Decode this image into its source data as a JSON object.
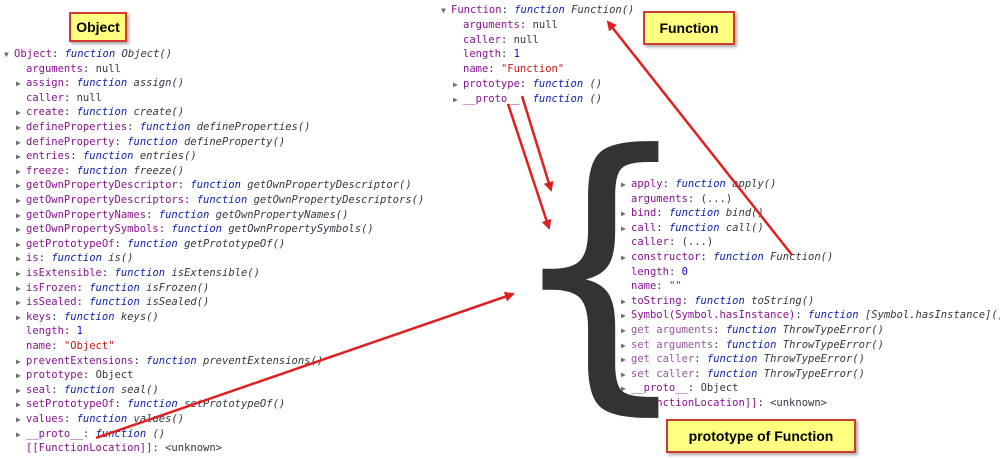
{
  "labels": {
    "object": "Object",
    "function": "Function",
    "prototype_of_function": "prototype of Function"
  },
  "colors": {
    "property_key": "#881391",
    "getter_key": "#97569b",
    "function_keyword": "#0d22aa",
    "number": "#1c00cf",
    "string": "#c41a16",
    "arrow": "#e02020",
    "label_bg": "#ffff80",
    "label_border": "#d23a34",
    "brace": "#333333"
  },
  "brace_glyph": "{",
  "object_tree": [
    {
      "arrow": "▼",
      "key": "Object",
      "kw": "function",
      "sig": "Object()"
    },
    {
      "arrow": "",
      "key": "arguments",
      "value": "null"
    },
    {
      "arrow": "▶",
      "key": "assign",
      "kw": "function",
      "sig": "assign()"
    },
    {
      "arrow": "",
      "key": "caller",
      "value": "null"
    },
    {
      "arrow": "▶",
      "key": "create",
      "kw": "function",
      "sig": "create()"
    },
    {
      "arrow": "▶",
      "key": "defineProperties",
      "kw": "function",
      "sig": "defineProperties()"
    },
    {
      "arrow": "▶",
      "key": "defineProperty",
      "kw": "function",
      "sig": "defineProperty()"
    },
    {
      "arrow": "▶",
      "key": "entries",
      "kw": "function",
      "sig": "entries()"
    },
    {
      "arrow": "▶",
      "key": "freeze",
      "kw": "function",
      "sig": "freeze()"
    },
    {
      "arrow": "▶",
      "key": "getOwnPropertyDescriptor",
      "kw": "function",
      "sig": "getOwnPropertyDescriptor()"
    },
    {
      "arrow": "▶",
      "key": "getOwnPropertyDescriptors",
      "kw": "function",
      "sig": "getOwnPropertyDescriptors()"
    },
    {
      "arrow": "▶",
      "key": "getOwnPropertyNames",
      "kw": "function",
      "sig": "getOwnPropertyNames()"
    },
    {
      "arrow": "▶",
      "key": "getOwnPropertySymbols",
      "kw": "function",
      "sig": "getOwnPropertySymbols()"
    },
    {
      "arrow": "▶",
      "key": "getPrototypeOf",
      "kw": "function",
      "sig": "getPrototypeOf()"
    },
    {
      "arrow": "▶",
      "key": "is",
      "kw": "function",
      "sig": "is()"
    },
    {
      "arrow": "▶",
      "key": "isExtensible",
      "kw": "function",
      "sig": "isExtensible()"
    },
    {
      "arrow": "▶",
      "key": "isFrozen",
      "kw": "function",
      "sig": "isFrozen()"
    },
    {
      "arrow": "▶",
      "key": "isSealed",
      "kw": "function",
      "sig": "isSealed()"
    },
    {
      "arrow": "▶",
      "key": "keys",
      "kw": "function",
      "sig": "keys()"
    },
    {
      "arrow": "",
      "key": "length",
      "value": "1",
      "vtype": "num"
    },
    {
      "arrow": "",
      "key": "name",
      "value": "\"Object\"",
      "vtype": "str"
    },
    {
      "arrow": "▶",
      "key": "preventExtensions",
      "kw": "function",
      "sig": "preventExtensions()"
    },
    {
      "arrow": "▶",
      "key": "prototype",
      "value": "Object"
    },
    {
      "arrow": "▶",
      "key": "seal",
      "kw": "function",
      "sig": "seal()"
    },
    {
      "arrow": "▶",
      "key": "setPrototypeOf",
      "kw": "function",
      "sig": "setPrototypeOf()"
    },
    {
      "arrow": "▶",
      "key": "values",
      "kw": "function",
      "sig": "values()"
    },
    {
      "arrow": "▶",
      "key": "__proto__",
      "kw": "function",
      "sig": "()"
    },
    {
      "arrow": "",
      "key": "[[FunctionLocation]]",
      "value": "<unknown>"
    }
  ],
  "function_tree": [
    {
      "arrow": "▼",
      "key": "Function",
      "kw": "function",
      "sig": "Function()"
    },
    {
      "arrow": "",
      "key": "arguments",
      "value": "null"
    },
    {
      "arrow": "",
      "key": "caller",
      "value": "null"
    },
    {
      "arrow": "",
      "key": "length",
      "value": "1",
      "vtype": "num"
    },
    {
      "arrow": "",
      "key": "name",
      "value": "\"Function\"",
      "vtype": "str"
    },
    {
      "arrow": "▶",
      "key": "prototype",
      "kw": "function",
      "sig": "()"
    },
    {
      "arrow": "▶",
      "key": "__proto__",
      "kw": "function",
      "sig": "()"
    }
  ],
  "prototype_tree": [
    {
      "arrow": "▶",
      "key": "apply",
      "kw": "function",
      "sig": "apply()"
    },
    {
      "arrow": "",
      "key": "arguments",
      "value": "(...)"
    },
    {
      "arrow": "▶",
      "key": "bind",
      "kw": "function",
      "sig": "bind()"
    },
    {
      "arrow": "▶",
      "key": "call",
      "kw": "function",
      "sig": "call()"
    },
    {
      "arrow": "",
      "key": "caller",
      "value": "(...)"
    },
    {
      "arrow": "▶",
      "key": "constructor",
      "kw": "function",
      "sig": "Function()"
    },
    {
      "arrow": "",
      "key": "length",
      "value": "0",
      "vtype": "num"
    },
    {
      "arrow": "",
      "key": "name",
      "value": "\"\"",
      "vtype": "str"
    },
    {
      "arrow": "▶",
      "key": "toString",
      "kw": "function",
      "sig": "toString()"
    },
    {
      "arrow": "▶",
      "key": "Symbol(Symbol.hasInstance)",
      "kw": "function",
      "sig": "[Symbol.hasInstance]()"
    },
    {
      "arrow": "▶",
      "key": "get arguments",
      "kw": "function",
      "sig": "ThrowTypeError()",
      "getter": true
    },
    {
      "arrow": "▶",
      "key": "set arguments",
      "kw": "function",
      "sig": "ThrowTypeError()",
      "getter": true
    },
    {
      "arrow": "▶",
      "key": "get caller",
      "kw": "function",
      "sig": "ThrowTypeError()",
      "getter": true
    },
    {
      "arrow": "▶",
      "key": "set caller",
      "kw": "function",
      "sig": "ThrowTypeError()",
      "getter": true
    },
    {
      "arrow": "▶",
      "key": "__proto__",
      "value": "Object"
    },
    {
      "arrow": "",
      "key": "[[FunctionLocation]]",
      "value": "<unknown>"
    }
  ]
}
